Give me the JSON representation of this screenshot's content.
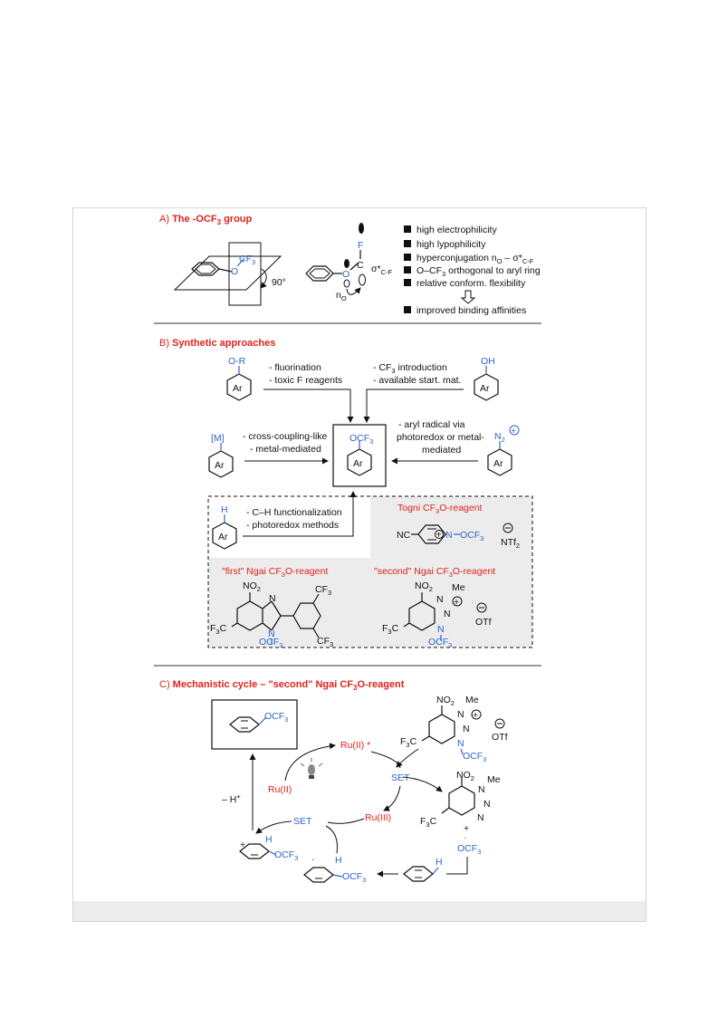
{
  "sectionA": {
    "title_prefix": "A) ",
    "title_bold": "The -OCF",
    "title_sub": "3",
    "title_tail": " group",
    "angle_label": "90°",
    "geom_cf3": "CF",
    "geom_cf3_sub": "3",
    "geom_o": "O",
    "orbital_f": "F",
    "orbital_c": "C",
    "orbital_o": "O",
    "orbital_sigma": "σ*",
    "orbital_sigma_sub": "C-F",
    "orbital_no": "n",
    "orbital_no_sub": "O",
    "bullets": [
      {
        "text": "high electrophilicity"
      },
      {
        "text": "high lypophilicity"
      },
      {
        "text": "hyperconjugation n",
        "sub1": "O",
        "mid": " – σ*",
        "sub2": "C-F"
      },
      {
        "text": "O–CF",
        "sub1": "3",
        "mid": " orthogonal to aryl ring"
      },
      {
        "text": "relative conform. flexibility"
      }
    ],
    "result": "improved binding affinities"
  },
  "sectionB": {
    "title_prefix": "B) ",
    "title_bold": "Synthetic approaches",
    "ar": "Ar",
    "or_label": "O-R",
    "oh_label": "OH",
    "m_label": "[M]",
    "n2_label": "N",
    "n2_sub": "2",
    "h_label": "H",
    "center_ocf3": "OCF",
    "center_ocf3_sub": "3",
    "fluorination": [
      "- fluorination",
      "- toxic F reagents"
    ],
    "cf3_intro": [
      "- CF",
      "3",
      " introduction",
      "- available start. mat."
    ],
    "cross": [
      "- cross-coupling-like",
      "- metal-mediated"
    ],
    "aryl_radical": [
      "- aryl radical via",
      "photoredox or metal-",
      "mediated"
    ],
    "ch_func": [
      "- C–H functionalization",
      "- photoredox methods"
    ],
    "togni": "Togni CF",
    "togni_sub": "3",
    "togni_tail": "O-reagent",
    "togni_nc": "NC",
    "togni_n": "N",
    "togni_ocf3": "OCF",
    "togni_ocf3_sub": "3",
    "togni_ntf2": "NTf",
    "togni_ntf2_sub": "2",
    "first_ngai": "\"first\" Ngai CF",
    "first_ngai_sub": "3",
    "first_ngai_tail": "O-reagent",
    "second_ngai": "\"second\" Ngai CF",
    "second_ngai_sub": "3",
    "second_ngai_tail": "O-reagent",
    "no2": "NO",
    "no2_sub": "2",
    "f3c": "F",
    "f3c_sub": "3",
    "f3c_tail": "C",
    "cf3": "CF",
    "cf3_sub": "3",
    "n": "N",
    "me": "Me",
    "otf": "OTf"
  },
  "sectionC": {
    "title_prefix": "C) ",
    "title_bold": "Mechanistic cycle – \"second\" Ngai CF",
    "title_sub": "3",
    "title_tail": "O-reagent",
    "product_ocf3": "OCF",
    "product_sub": "3",
    "ru2_star": "Ru(II) *",
    "ru2": "Ru(II)",
    "ru3": "Ru(III)",
    "set1": "SET",
    "set2": "SET",
    "minus_h": "– H",
    "minus_h_sup": "+",
    "plus": "+",
    "radical_ocf3": "OCF",
    "radical_ocf3_sub": "3",
    "h": "H",
    "no2": "NO",
    "no2_sub": "2",
    "me": "Me",
    "f3c": "F",
    "f3c_sub": "3",
    "f3c_tail": "C",
    "otf": "OTf",
    "n": "N"
  },
  "colors": {
    "accent_red": "#e0211b",
    "accent_blue": "#2f63c8",
    "panel_gray": "#ececec"
  }
}
